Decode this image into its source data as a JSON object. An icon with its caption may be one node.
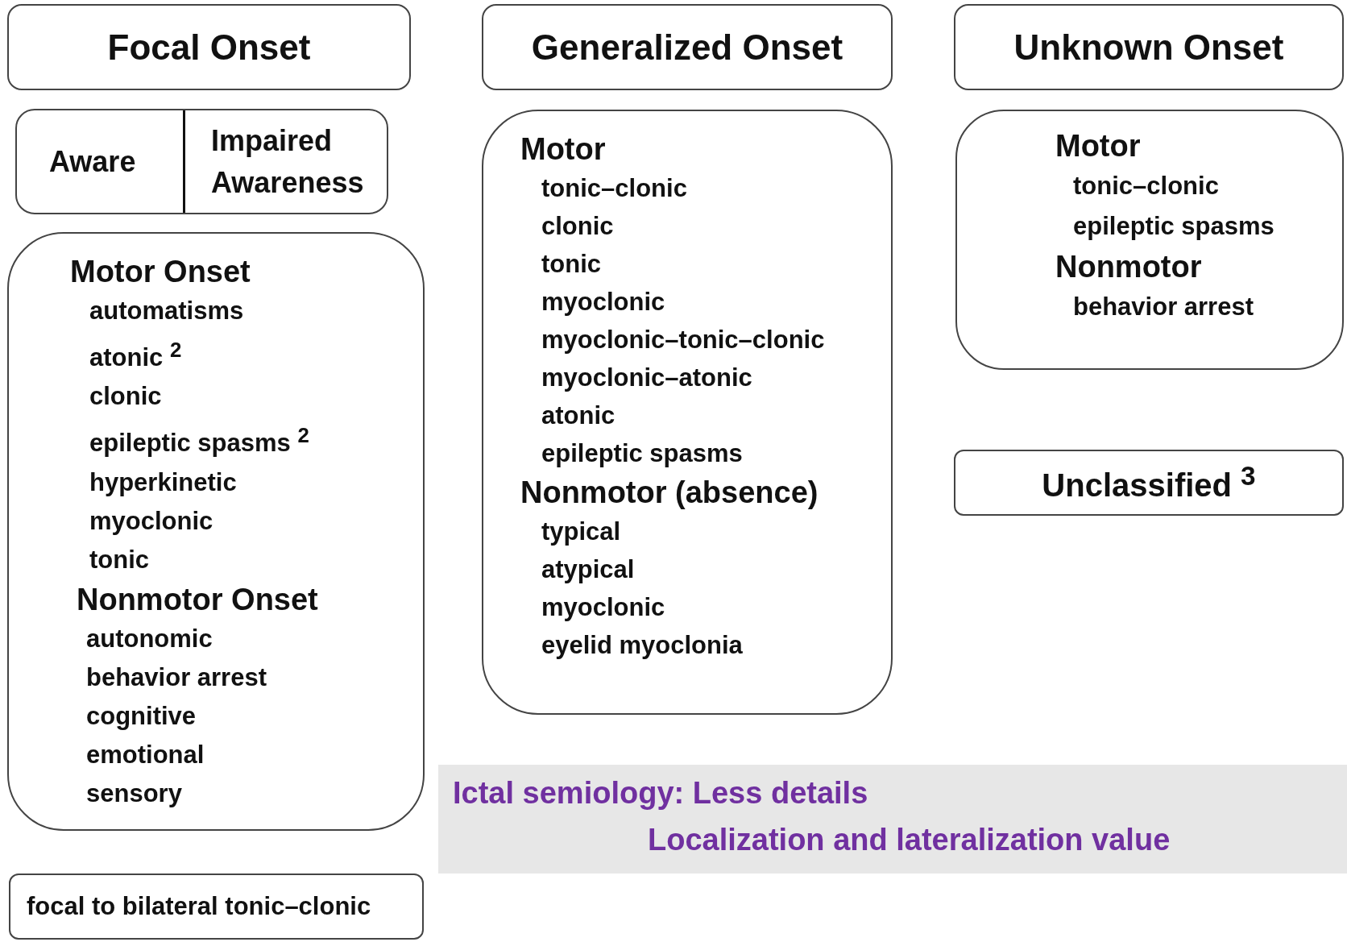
{
  "diagram": {
    "nodes": [
      {
        "text": [
          "Focal Onset"
        ]
      },
      {
        "text": [
          "Aware",
          "Impaired Awareness"
        ]
      },
      {
        "text": [
          "Motor Onset",
          "automatisms",
          "atonic $^{2}$",
          "clonic",
          "epileptic spasms $^{2}$",
          "hyperkinetic",
          "myoclonic",
          "tonic",
          "Nonmotor  Onset",
          "autonomic",
          "behavior arrest",
          "cognitive",
          "emotional",
          "sensory"
        ]
      },
      {
        "text": [
          "focal to bilateral tonic–clonic"
        ]
      },
      {
        "text": [
          "Generalized Onset"
        ]
      },
      {
        "text": [
          "Motor",
          "tonic–clonic",
          "clonic",
          "tonic",
          "myoclonic",
          "myoclonic–tonic–clonic",
          "myoclonic–atonic",
          "atonic",
          "epileptic spasms",
          "Nonmotor  (absence)",
          "typical",
          "atypical",
          "myoclonic",
          "eyelid myoclonia"
        ]
      },
      {
        "text": [
          "Unknown Onset"
        ]
      },
      {
        "text": [
          "Motor",
          "tonic–clonic",
          "epileptic spasms",
          "Nonmotor",
          "behavior arrest"
        ]
      },
      {
        "text": [
          "Unclassified $^{3}$"
        ]
      },
      {
        "text": [
          "Ictal semiology: Less details",
          "Localization and lateralization value"
        ]
      }
    ],
    "edges": []
  }
}
